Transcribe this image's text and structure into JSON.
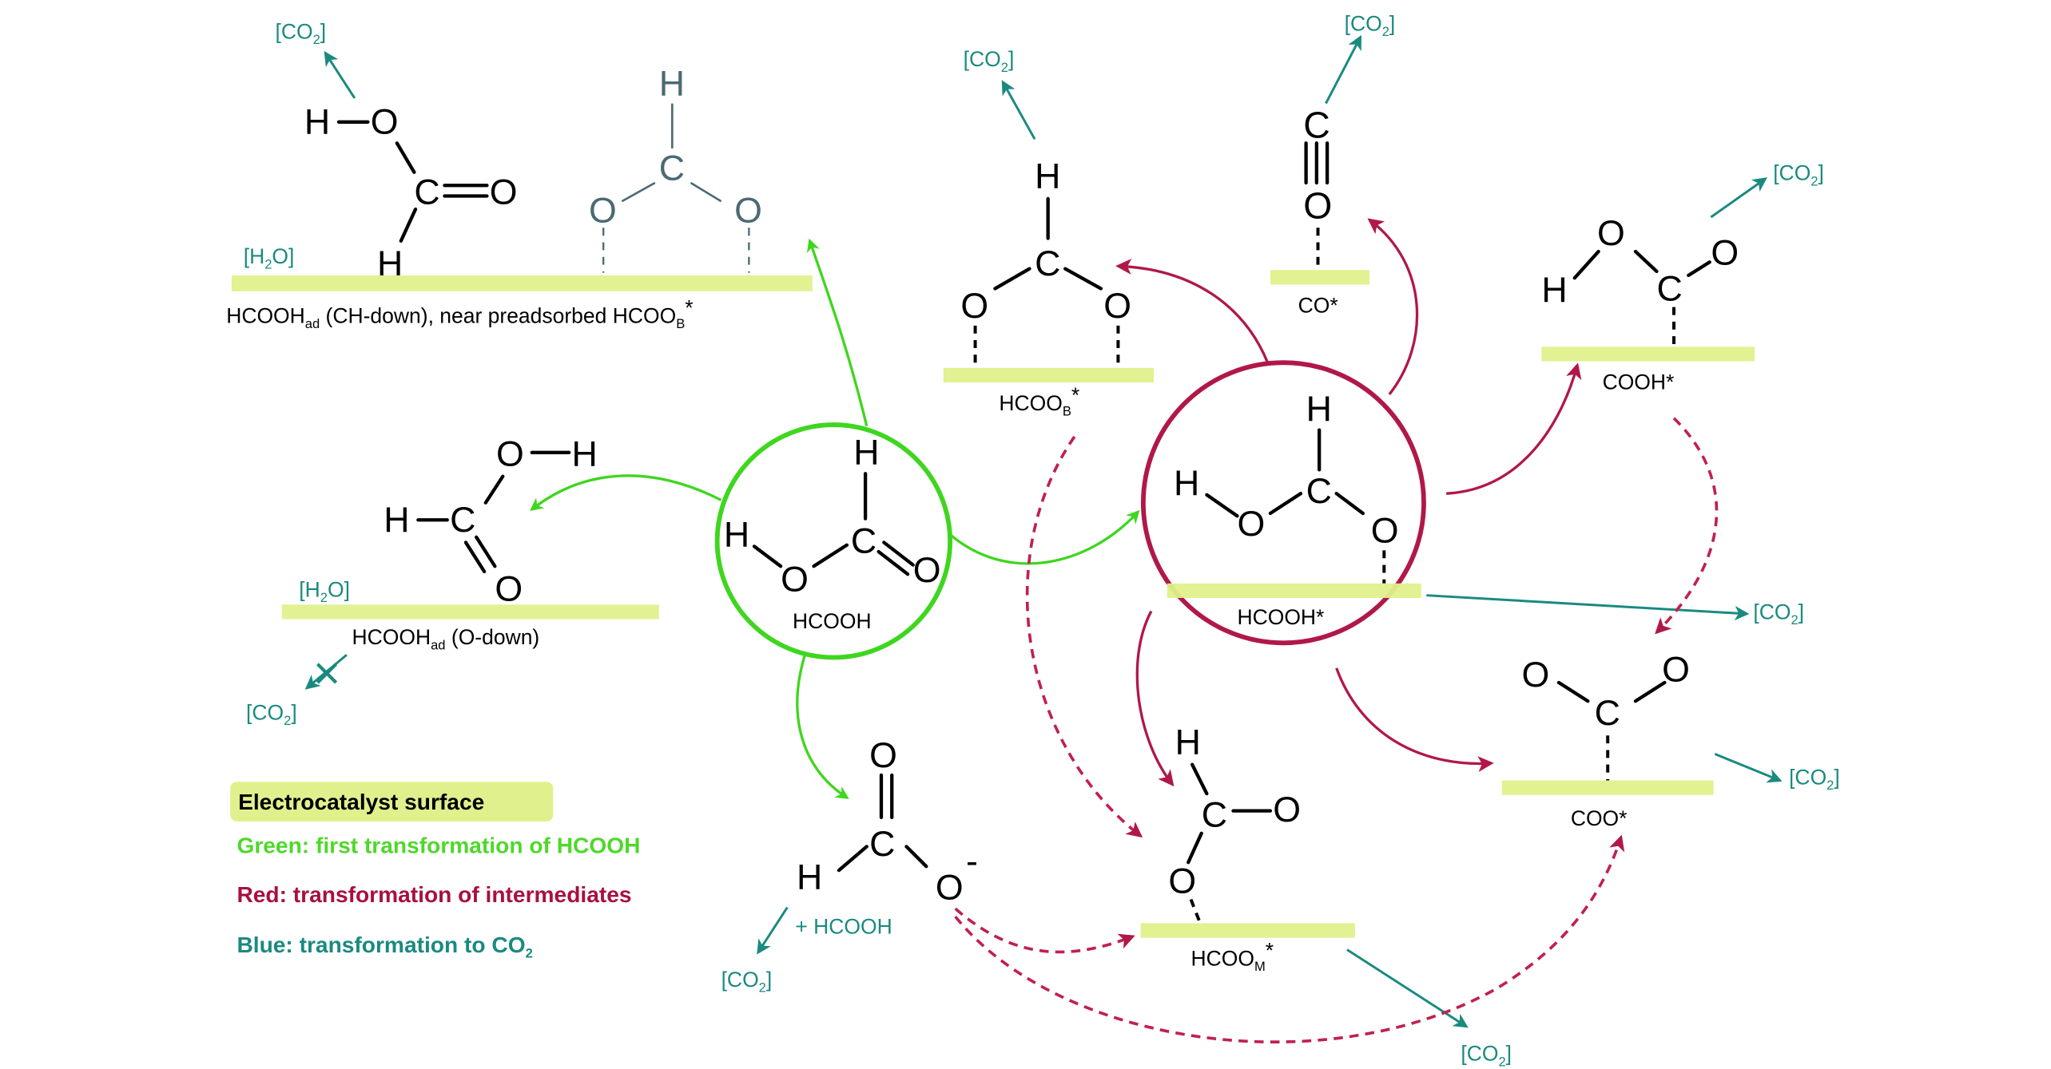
{
  "title": "Formic acid (HCOOH) electro-oxidation pathways on electrocatalyst surface",
  "colors": {
    "surface": "#e0f08c",
    "green": "#3fd61f",
    "red": "#b01848",
    "teal": "#1a8a80",
    "black": "#000000"
  },
  "common": {
    "co2": "[CO",
    "co2_sub": "2",
    "co2_close": "]",
    "h2o_open": "[H",
    "h2o_sub": "2",
    "h2o_close": "O]",
    "atom_H": "H",
    "atom_C": "C",
    "atom_O": "O",
    "minus": "-"
  },
  "species": {
    "hcooh_ch_down": {
      "label_main": "HCOOH",
      "label_sub": "ad",
      "label_rest": " (CH-down), near preadsorbed HCOO",
      "label_sub2": "B",
      "label_star": "*"
    },
    "hcooh_o_down": {
      "label_main": "HCOOH",
      "label_sub": "ad",
      "label_rest": " (O-down)"
    },
    "hcooh_free": {
      "label": "HCOOH"
    },
    "hcooh_star": {
      "label": "HCOOH*"
    },
    "hcoo_b": {
      "label_main": "HCOO",
      "label_sub": "B",
      "label_star": "*"
    },
    "co_star": {
      "label": "CO*"
    },
    "cooh_star": {
      "label": "COOH*"
    },
    "coo_star": {
      "label": "COO*"
    },
    "hcoo_m": {
      "label_main": "HCOO",
      "label_sub": "M",
      "label_star": "*"
    },
    "formate": {
      "plus_hcooh": "+ HCOOH"
    }
  },
  "legend": {
    "title": "Electrocatalyst surface",
    "items": [
      {
        "label": "Green: first transformation of HCOOH",
        "color": "#4fd82a"
      },
      {
        "label": "Red: transformation of intermediates",
        "color": "#a81040"
      },
      {
        "label_main": "Blue: transformation to CO",
        "label_sub": "2",
        "color": "#1a8a80"
      }
    ]
  }
}
